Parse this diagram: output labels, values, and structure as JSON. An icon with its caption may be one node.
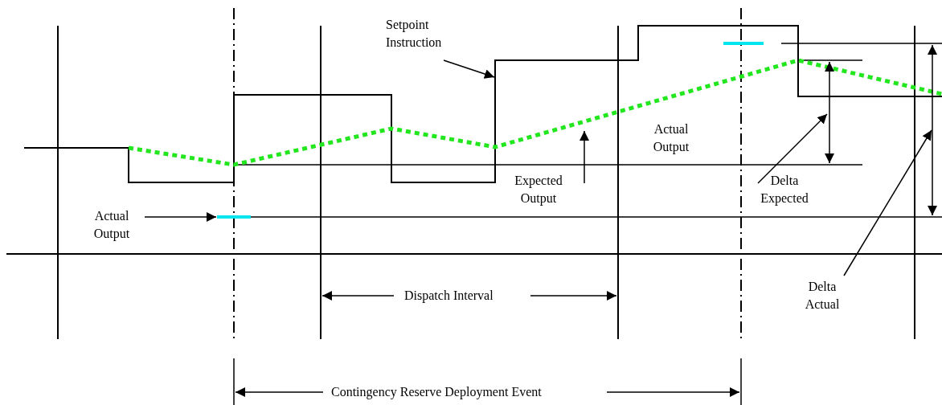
{
  "diagram": {
    "nodes": [
      {
        "text": [
          "Setpoint Instruction"
        ]
      },
      {
        "text": [
          "Actual Output"
        ]
      },
      {
        "text": [],
        "shape": "bar"
      },
      {
        "text": [
          "Expected Output"
        ]
      },
      {
        "text": [],
        "shape": "bar"
      },
      {
        "text": [
          "Delta Expected"
        ]
      },
      {
        "text": [
          "Delta Actual"
        ]
      }
    ],
    "edges": [
      {
        "from": 0,
        "to": null,
        "arrow": "to"
      },
      {
        "from": 1,
        "to": 2,
        "arrow": "to"
      },
      {
        "from": 3,
        "to": null,
        "arrow": "to"
      },
      {
        "from": 5,
        "to": null,
        "arrow": "to"
      },
      {
        "from": 6,
        "to": null,
        "arrow": "to"
      }
    ],
    "labels": [
      "Actual Output",
      "Dispatch Interval",
      "Contingency Reserve Deployment Event"
    ]
  }
}
